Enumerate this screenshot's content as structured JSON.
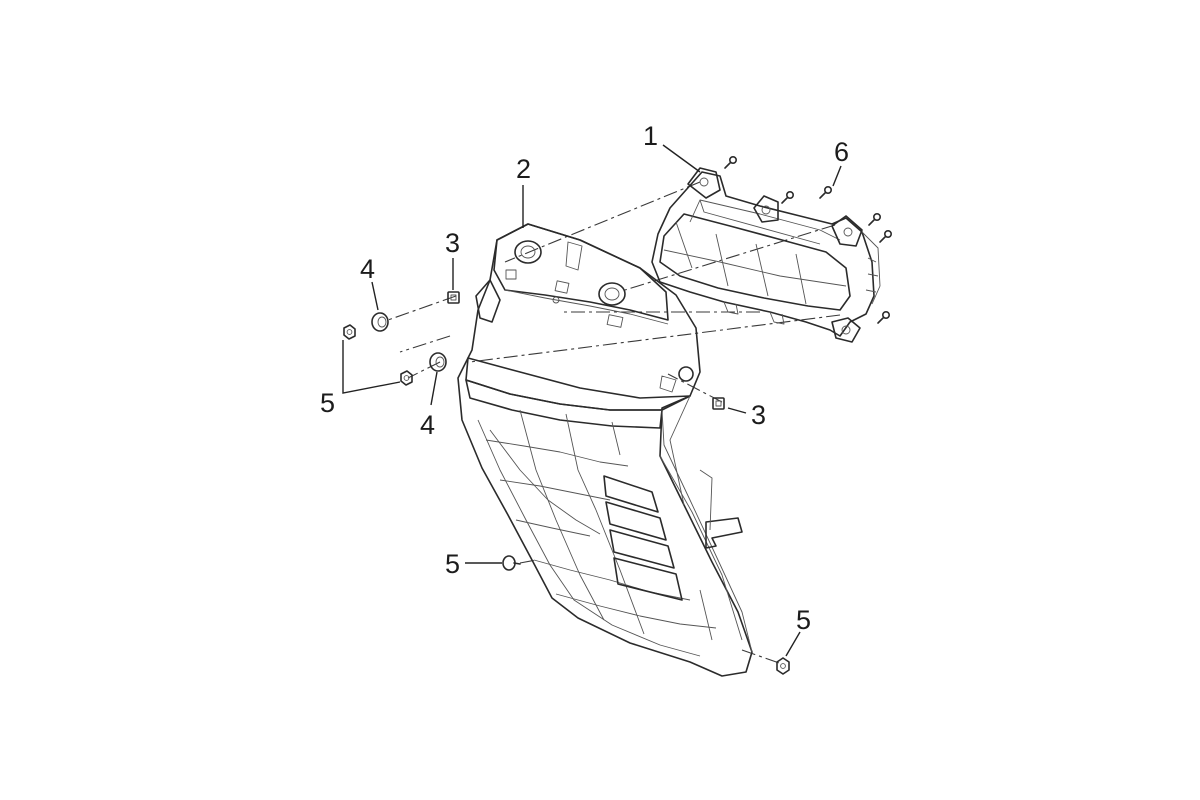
{
  "colors": {
    "background": "#ffffff",
    "line": "#2b2b2b",
    "shade_light": "#e3e3e3",
    "shade_dark": "#bdbdbd"
  },
  "callouts": {
    "c1": "1",
    "c2": "2",
    "c3a": "3",
    "c3b": "3",
    "c4a": "4",
    "c4b": "4",
    "c5a": "5",
    "c5b": "5",
    "c5c": "5",
    "c6": "6"
  }
}
